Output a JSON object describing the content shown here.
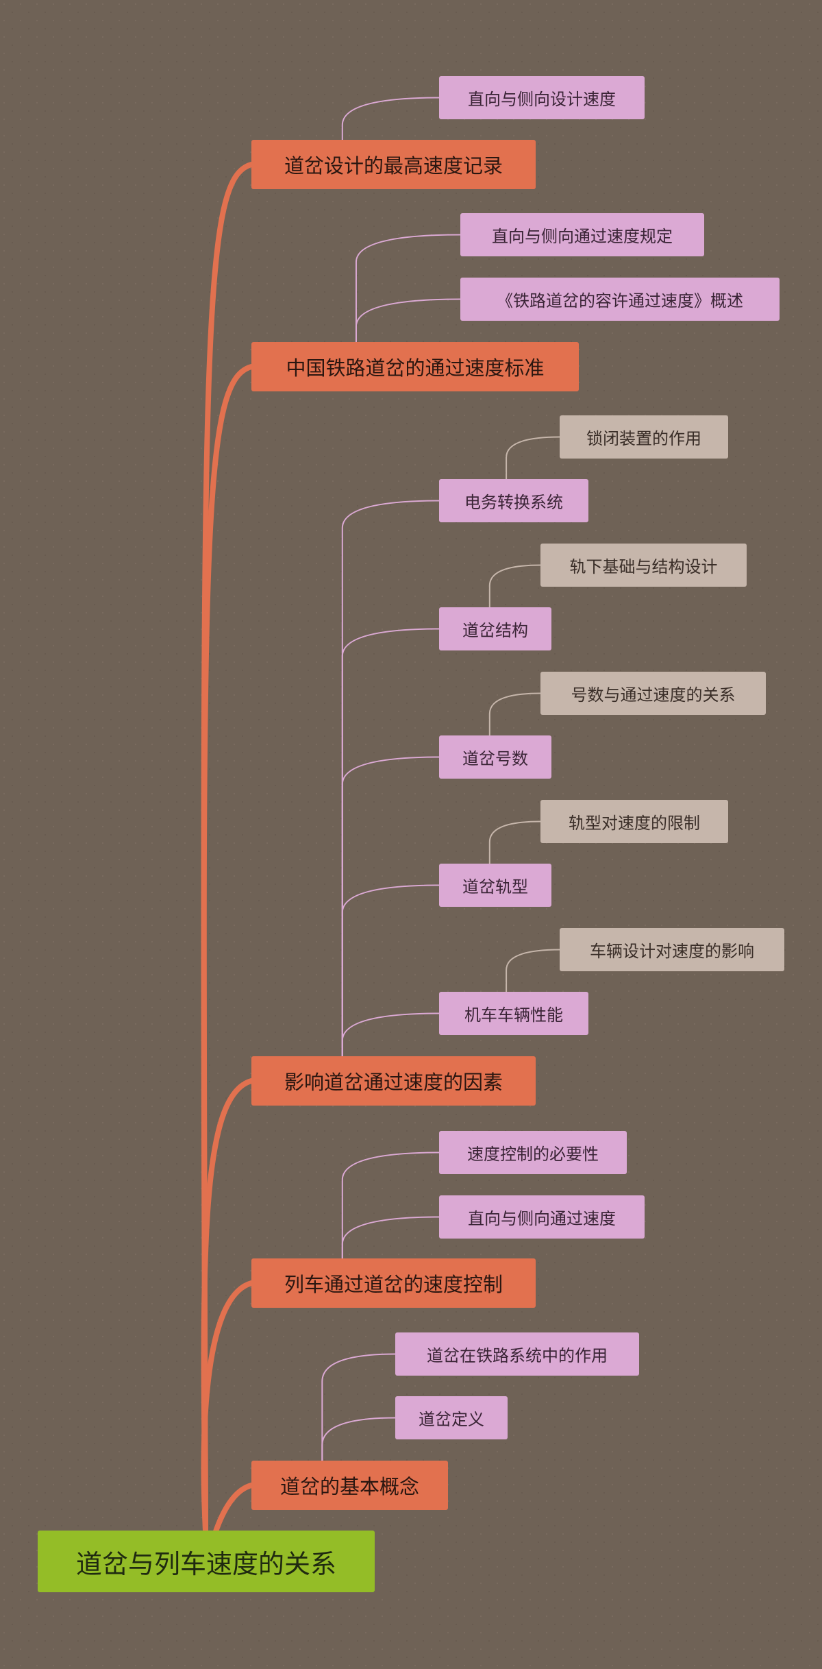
{
  "colors": {
    "background": "#6f6256",
    "root": "#94bd27",
    "branch": "#e2714f",
    "topic": "#dba9d4",
    "subtopic": "#c6b6ab",
    "branch_line": "#e2714f",
    "topic_line": "#dba9d4",
    "subtopic_line": "#c6b6ab"
  },
  "mindmap": {
    "root": "道岔与列车速度的关系",
    "branches": [
      {
        "label": "道岔设计的最高速度记录",
        "topics": [
          {
            "label": "直向与侧向设计速度",
            "subs": []
          }
        ]
      },
      {
        "label": "中国铁路道岔的通过速度标准",
        "topics": [
          {
            "label": "直向与侧向通过速度规定",
            "subs": []
          },
          {
            "label": "《铁路道岔的容许通过速度》概述",
            "subs": []
          }
        ]
      },
      {
        "label": "影响道岔通过速度的因素",
        "topics": [
          {
            "label": "电务转换系统",
            "subs": [
              "锁闭装置的作用"
            ]
          },
          {
            "label": "道岔结构",
            "subs": [
              "轨下基础与结构设计"
            ]
          },
          {
            "label": "道岔号数",
            "subs": [
              "号数与通过速度的关系"
            ]
          },
          {
            "label": "道岔轨型",
            "subs": [
              "轨型对速度的限制"
            ]
          },
          {
            "label": "机车车辆性能",
            "subs": [
              "车辆设计对速度的影响"
            ]
          }
        ]
      },
      {
        "label": "列车通过道岔的速度控制",
        "topics": [
          {
            "label": "速度控制的必要性",
            "subs": []
          },
          {
            "label": "直向与侧向通过速度",
            "subs": []
          }
        ]
      },
      {
        "label": "道岔的基本概念",
        "topics": [
          {
            "label": "道岔在铁路系统中的作用",
            "subs": []
          },
          {
            "label": "道岔定义",
            "subs": []
          }
        ]
      }
    ]
  }
}
